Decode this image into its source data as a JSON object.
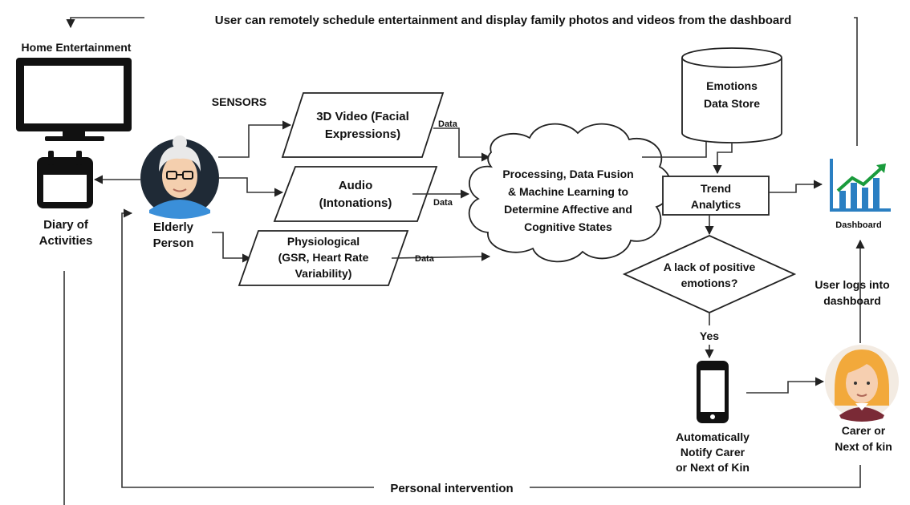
{
  "top_note": "User can remotely schedule entertainment and display family photos and videos from the dashboard",
  "home_entertainment": "Home Entertainment",
  "diary": [
    "Diary of",
    "Activities"
  ],
  "elderly": [
    "Elderly",
    "Person"
  ],
  "sensors_title": "SENSORS",
  "sensors": {
    "video": [
      "3D Video (Facial",
      "Expressions)"
    ],
    "audio": [
      "Audio",
      "(Intonations)"
    ],
    "physio": [
      "Physiological",
      "(GSR, Heart Rate",
      "Variability)"
    ]
  },
  "data_label": "Data",
  "processing": [
    "Processing, Data Fusion",
    "& Machine Learning to",
    "Determine Affective and",
    "Cognitive States"
  ],
  "datastore": [
    "Emotions",
    "Data Store"
  ],
  "trend": [
    "Trend",
    "Analytics"
  ],
  "dashboard": "Dashboard",
  "decision": [
    "A lack of positive",
    "emotions?"
  ],
  "yes": "Yes",
  "notify": [
    "Automatically",
    "Notify Carer",
    "or Next of Kin"
  ],
  "carer": [
    "Carer or",
    "Next of kin"
  ],
  "logs": [
    "User logs into",
    "dashboard"
  ],
  "intervention": "Personal intervention",
  "colors": {
    "tv_blue": "#1f5fa8",
    "chart_blue": "#2a7fc2",
    "arrow_green": "#1a9b3c",
    "avatar_dark": "#1f2a36",
    "carer_bg": "#f3ebe2",
    "hair_blonde": "#f2a93b"
  }
}
